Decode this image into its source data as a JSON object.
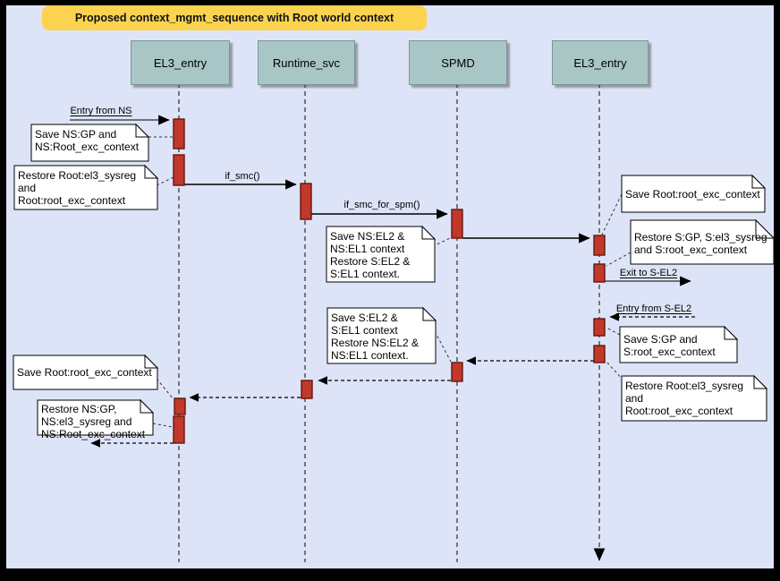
{
  "title": "Proposed context_mgmt_sequence with Root world context",
  "actors": [
    {
      "label": "EL3_entry"
    },
    {
      "label": "Runtime_svc"
    },
    {
      "label": "SPMD"
    },
    {
      "label": "EL3_entry"
    }
  ],
  "messages": {
    "entry_from_ns": "Entry from NS",
    "if_smc": "if_smc()",
    "if_smc_for_spm": "if_smc_for_spm()",
    "exit_to_s_el2": "Exit to S-EL2",
    "entry_from_s_el2": "Entry from S-EL2"
  },
  "notes": [
    {
      "text": "Save NS:GP and\nNS:Root_exc_context"
    },
    {
      "text": "Restore Root:el3_sysreg\nand\nRoot:root_exc_context"
    },
    {
      "text": "Save NS:EL2 &\nNS:EL1 context\nRestore S:EL2 &\nS:EL1 context."
    },
    {
      "text": "Save Root:root_exc_context"
    },
    {
      "text": "Restore S:GP, S:el3_sysreg\nand S:root_exc_context"
    },
    {
      "text": "Save S:EL2 &\nS:EL1 context\nRestore NS:EL2 &\nNS:EL1 context."
    },
    {
      "text": "Save S:GP and\nS:root_exc_context"
    },
    {
      "text": "Restore Root:el3_sysreg\nand\nRoot:root_exc_context"
    },
    {
      "text": "Save Root:root_exc_context"
    },
    {
      "text": "Restore NS:GP,\nNS:el3_sysreg and\nNS:Root_exc_context"
    }
  ],
  "colors": {
    "background": "#dde4f8",
    "frame": "#000000",
    "banner": "#fcd34f",
    "actor_fill": "#a8c6c5",
    "activation_fill": "#c0392b",
    "activation_border": "#69140a",
    "note_fill": "#ffffff"
  }
}
